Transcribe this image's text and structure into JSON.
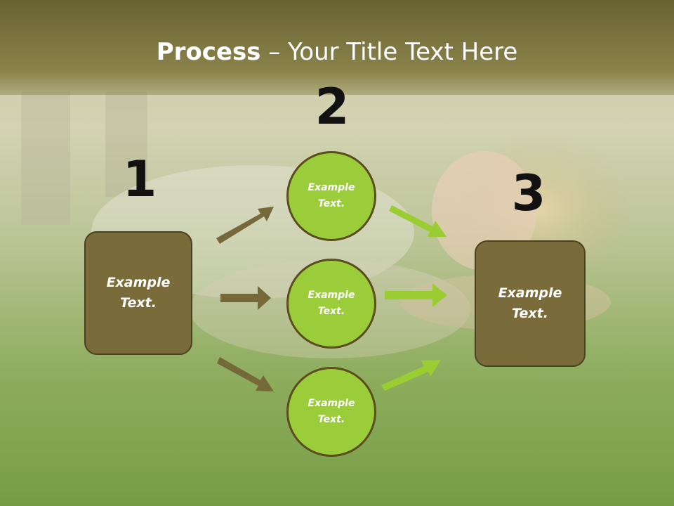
{
  "slide": {
    "title_strong": "Process",
    "title_rest": " – Your Title Text Here",
    "steps": [
      "1",
      "2",
      "3"
    ],
    "left_box": "Example Text.",
    "circles": [
      "Example Text.",
      "Example Text.",
      "Example Text."
    ],
    "right_box": "Example Text."
  },
  "colors": {
    "banner": "#6e6634",
    "box_fill": "#7a6c3a",
    "circle_fill": "#9bcc3a",
    "arrow_dark": "#75693a",
    "arrow_green": "#9acd32"
  }
}
